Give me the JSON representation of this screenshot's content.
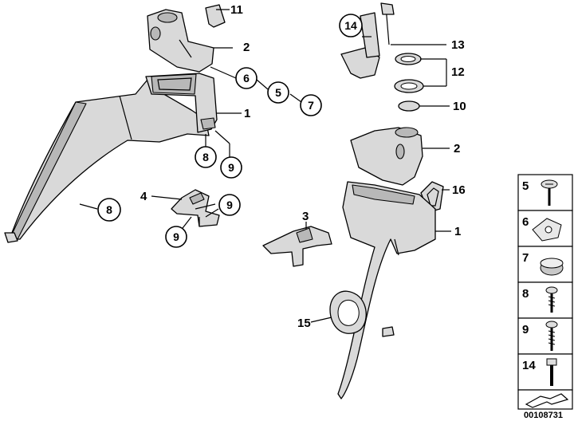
{
  "callouts": {
    "c11": "11",
    "c2a": "2",
    "c6": "6",
    "c5": "5",
    "c7": "7",
    "c1a": "1",
    "c8a": "8",
    "c9a": "9",
    "c8b": "8",
    "c4": "4",
    "c9b": "9",
    "c9c": "9",
    "c14": "14",
    "c13": "13",
    "c12": "12",
    "c10": "10",
    "c2b": "2",
    "c16": "16",
    "c3": "3",
    "c1b": "1",
    "c15": "15"
  },
  "legend": {
    "items": [
      {
        "num": "5",
        "icon": "screw-washer-icon"
      },
      {
        "num": "6",
        "icon": "clip-nut-icon"
      },
      {
        "num": "7",
        "icon": "round-cap-icon"
      },
      {
        "num": "8",
        "icon": "short-screw-icon"
      },
      {
        "num": "9",
        "icon": "long-screw-icon"
      },
      {
        "num": "14",
        "icon": "hex-bolt-icon"
      }
    ]
  },
  "doc_id": "00108731"
}
